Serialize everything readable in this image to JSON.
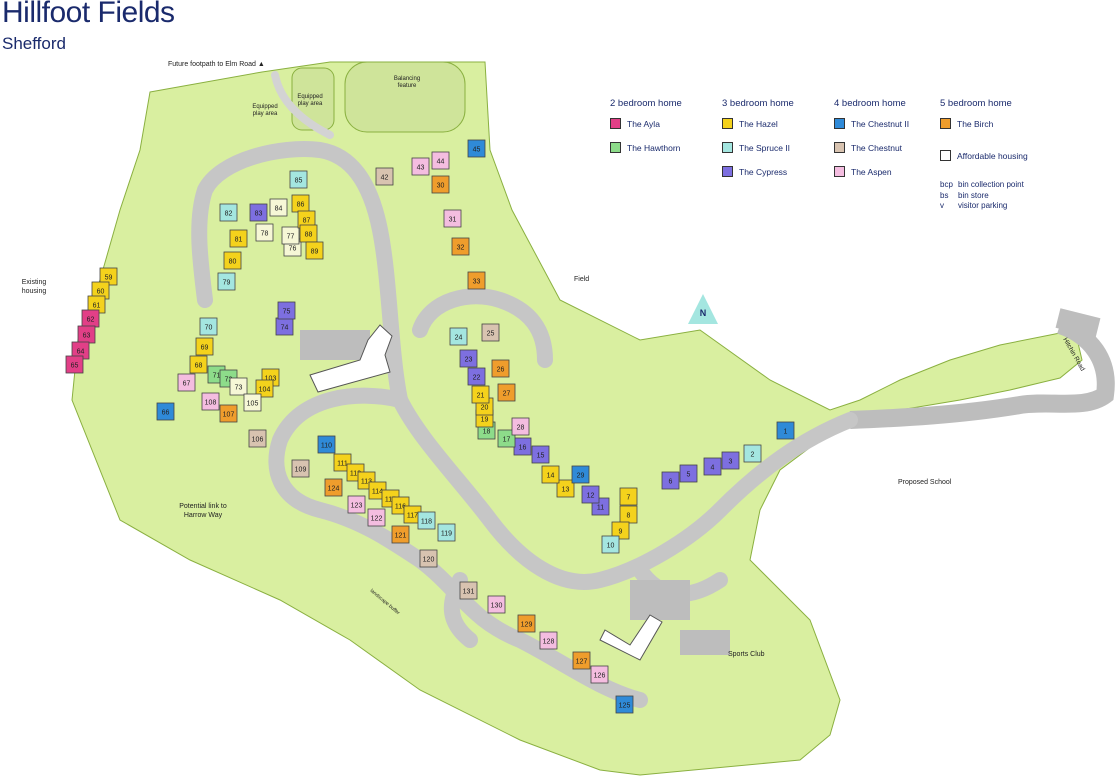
{
  "header": {
    "title": "Hillfoot Fields",
    "subtitle": "Shefford"
  },
  "legend": {
    "groups": [
      {
        "heading": "2 bedroom home",
        "items": [
          {
            "label": "The Ayla",
            "color": "#e23f87"
          },
          {
            "label": "The Hawthorn",
            "color": "#8ddc8a"
          }
        ]
      },
      {
        "heading": "3 bedroom home",
        "items": [
          {
            "label": "The Hazel",
            "color": "#f4d21c"
          },
          {
            "label": "The Spruce II",
            "color": "#a4e6e0"
          },
          {
            "label": "The Cypress",
            "color": "#7d6fe0"
          }
        ]
      },
      {
        "heading": "4 bedroom home",
        "items": [
          {
            "label": "The Chestnut II",
            "color": "#2f8ad8"
          },
          {
            "label": "The Chestnut",
            "color": "#d8c3b0"
          },
          {
            "label": "The Aspen",
            "color": "#f4bde0"
          }
        ]
      },
      {
        "heading": "5 bedroom home",
        "items": [
          {
            "label": "The Birch",
            "color": "#ef9d2c"
          },
          {
            "label": "Affordable housing",
            "color": "#ffffff"
          }
        ]
      }
    ],
    "abbreviations": [
      {
        "code": "bcp",
        "meaning": "bin collection point"
      },
      {
        "code": "bs",
        "meaning": "bin store"
      },
      {
        "code": "v",
        "meaning": "visitor parking"
      }
    ]
  },
  "labels": {
    "footpath": "Future footpath to Elm Road",
    "balancing": "Balancing feature",
    "play1": "Equipped play area",
    "play2": "Equipped play area",
    "existing": "Existing housing",
    "field": "Field",
    "north": "N",
    "hitchin": "Hitchin Road",
    "school": "Proposed School",
    "sports": "Sports Club",
    "harrow": "Potential link to Harrow Way",
    "landscape": "landscape buffer"
  },
  "colors": {
    "site": "#d9efa0",
    "road": "#c8c8c8",
    "plot": "#f6f7d6",
    "outline": "#6a6a6a"
  },
  "plots": [
    {
      "n": "1",
      "c": "chestnut2"
    },
    {
      "n": "2",
      "c": "spruce"
    },
    {
      "n": "3",
      "c": "cypress"
    },
    {
      "n": "4",
      "c": "cypress"
    },
    {
      "n": "5",
      "c": "cypress"
    },
    {
      "n": "6",
      "c": "cypress"
    },
    {
      "n": "7",
      "c": "hazel"
    },
    {
      "n": "8",
      "c": "hazel"
    },
    {
      "n": "9",
      "c": "hazel"
    },
    {
      "n": "10",
      "c": "spruce"
    },
    {
      "n": "11",
      "c": "cypress"
    },
    {
      "n": "12",
      "c": "cypress"
    },
    {
      "n": "13",
      "c": "hazel"
    },
    {
      "n": "14",
      "c": "hazel"
    },
    {
      "n": "15",
      "c": "cypress"
    },
    {
      "n": "16",
      "c": "cypress"
    },
    {
      "n": "17",
      "c": "hawthorn"
    },
    {
      "n": "18",
      "c": "hawthorn"
    },
    {
      "n": "19",
      "c": "hazel"
    },
    {
      "n": "20",
      "c": "hazel"
    },
    {
      "n": "21",
      "c": "hazel"
    },
    {
      "n": "22",
      "c": "cypress"
    },
    {
      "n": "23",
      "c": "cypress"
    },
    {
      "n": "24",
      "c": "spruce"
    },
    {
      "n": "25",
      "c": "chestnut"
    },
    {
      "n": "26",
      "c": "birch"
    },
    {
      "n": "27",
      "c": "birch"
    },
    {
      "n": "28",
      "c": "aspen"
    },
    {
      "n": "29",
      "c": "chestnut2"
    },
    {
      "n": "30",
      "c": "birch"
    },
    {
      "n": "31",
      "c": "aspen"
    },
    {
      "n": "32",
      "c": "birch"
    },
    {
      "n": "33",
      "c": "birch"
    },
    {
      "n": "42",
      "c": "chestnut"
    },
    {
      "n": "43",
      "c": "aspen"
    },
    {
      "n": "44",
      "c": "aspen"
    },
    {
      "n": "45",
      "c": "chestnut2"
    },
    {
      "n": "59",
      "c": "hazel"
    },
    {
      "n": "60",
      "c": "hazel"
    },
    {
      "n": "61",
      "c": "hazel"
    },
    {
      "n": "62",
      "c": "ayla"
    },
    {
      "n": "63",
      "c": "ayla"
    },
    {
      "n": "64",
      "c": "ayla"
    },
    {
      "n": "65",
      "c": "ayla"
    },
    {
      "n": "66",
      "c": "chestnut2"
    },
    {
      "n": "67",
      "c": "aspen"
    },
    {
      "n": "68",
      "c": "hazel"
    },
    {
      "n": "69",
      "c": "hazel"
    },
    {
      "n": "70",
      "c": "spruce"
    },
    {
      "n": "71",
      "c": "hawthorn"
    },
    {
      "n": "72",
      "c": "hawthorn"
    },
    {
      "n": "73",
      "c": "plot"
    },
    {
      "n": "74",
      "c": "cypress"
    },
    {
      "n": "75",
      "c": "cypress"
    },
    {
      "n": "76",
      "c": "plot"
    },
    {
      "n": "77",
      "c": "plot"
    },
    {
      "n": "78",
      "c": "plot"
    },
    {
      "n": "79",
      "c": "spruce"
    },
    {
      "n": "80",
      "c": "hazel"
    },
    {
      "n": "81",
      "c": "hazel"
    },
    {
      "n": "82",
      "c": "spruce"
    },
    {
      "n": "83",
      "c": "cypress"
    },
    {
      "n": "84",
      "c": "plot"
    },
    {
      "n": "85",
      "c": "spruce"
    },
    {
      "n": "86",
      "c": "hazel"
    },
    {
      "n": "87",
      "c": "hazel"
    },
    {
      "n": "88",
      "c": "hazel"
    },
    {
      "n": "89",
      "c": "hazel"
    },
    {
      "n": "103",
      "c": "hazel"
    },
    {
      "n": "104",
      "c": "hazel"
    },
    {
      "n": "105",
      "c": "plot"
    },
    {
      "n": "106",
      "c": "chestnut"
    },
    {
      "n": "107",
      "c": "birch"
    },
    {
      "n": "108",
      "c": "aspen"
    },
    {
      "n": "109",
      "c": "chestnut"
    },
    {
      "n": "110",
      "c": "chestnut2"
    },
    {
      "n": "111",
      "c": "hazel"
    },
    {
      "n": "112",
      "c": "hazel"
    },
    {
      "n": "113",
      "c": "hazel"
    },
    {
      "n": "114",
      "c": "hazel"
    },
    {
      "n": "115",
      "c": "hazel"
    },
    {
      "n": "116",
      "c": "hazel"
    },
    {
      "n": "117",
      "c": "hazel"
    },
    {
      "n": "118",
      "c": "spruce"
    },
    {
      "n": "119",
      "c": "spruce"
    },
    {
      "n": "120",
      "c": "chestnut"
    },
    {
      "n": "121",
      "c": "birch"
    },
    {
      "n": "122",
      "c": "aspen"
    },
    {
      "n": "123",
      "c": "aspen"
    },
    {
      "n": "124",
      "c": "birch"
    },
    {
      "n": "125",
      "c": "chestnut2"
    },
    {
      "n": "126",
      "c": "aspen"
    },
    {
      "n": "127",
      "c": "birch"
    },
    {
      "n": "128",
      "c": "aspen"
    },
    {
      "n": "129",
      "c": "birch"
    },
    {
      "n": "130",
      "c": "aspen"
    },
    {
      "n": "131",
      "c": "chestnut"
    }
  ]
}
